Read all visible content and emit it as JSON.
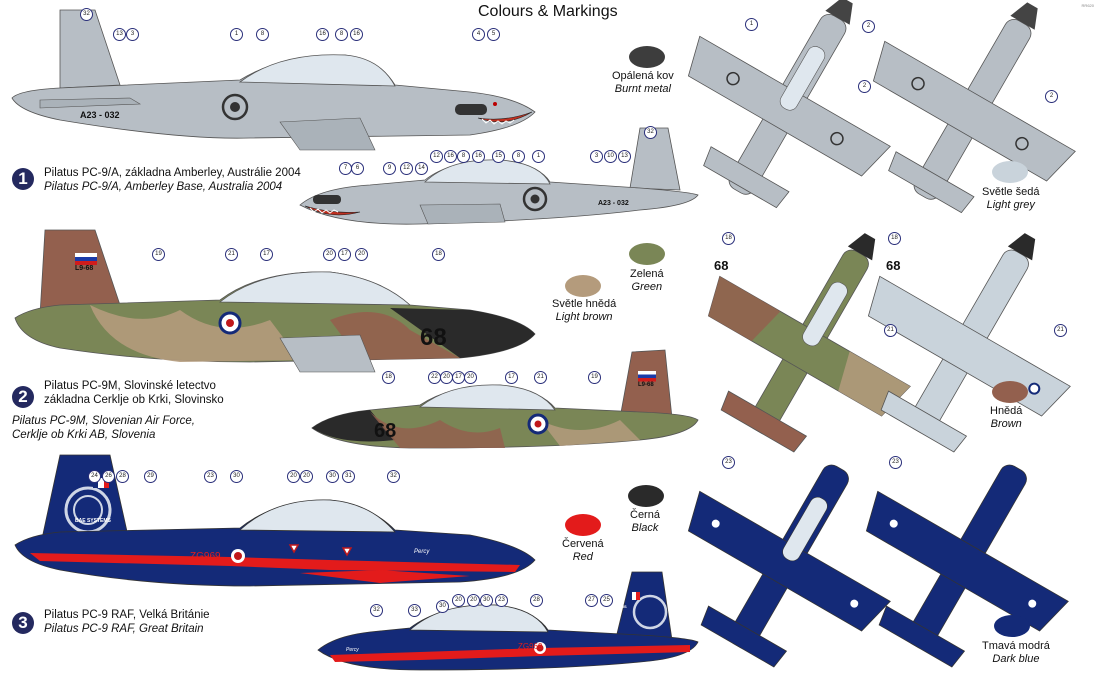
{
  "title": "Colours & Markings",
  "corner_code": "RR620",
  "colors": {
    "light_grey": "#b7bec5",
    "burnt_metal": "#3d3d3d",
    "green": "#7a8656",
    "light_brown": "#b49b7c",
    "brown": "#93604e",
    "black": "#2a2a2a",
    "red": "#e31b1b",
    "dark_blue": "#142a78"
  },
  "swatches": [
    {
      "name": "Opálená kov",
      "en": "Burnt metal",
      "color": "#3d3d3d"
    },
    {
      "name": "Světle šedá",
      "en": "Light grey",
      "color": "#c9d3db"
    },
    {
      "name": "Zelená",
      "en": "Green",
      "color": "#7a8656"
    },
    {
      "name": "Světle hnědá",
      "en": "Light brown",
      "color": "#b49b7c"
    },
    {
      "name": "Hnědá",
      "en": "Brown",
      "color": "#93604e"
    },
    {
      "name": "Černá",
      "en": "Black",
      "color": "#2a2a2a"
    },
    {
      "name": "Červená",
      "en": "Red",
      "color": "#e31b1b"
    },
    {
      "name": "Tmavá modrá",
      "en": "Dark blue",
      "color": "#142a78"
    }
  ],
  "sections": [
    {
      "number": "1",
      "line1": "Pilatus PC-9/A, základna Amberley, Austrálie 2004",
      "line2": "Pilatus PC-9/A, Amberley Base, Australia 2004",
      "reg": "A23 - 032"
    },
    {
      "number": "2",
      "line1": "Pilatus PC-9M, Slovinské letectvo",
      "line2": "základna Cerklje ob Krki, Slovinsko",
      "line3": "Pilatus PC-9M, Slovenian Air Force,",
      "line4": "Cerklje ob Krki AB, Slovenia",
      "reg": "L9-68",
      "code": "68"
    },
    {
      "number": "3",
      "line1": "Pilatus PC-9 RAF, Velká Británie",
      "line2": "Pilatus PC-9 RAF, Great Britain",
      "reg": "ZG969",
      "sponsor": "BAE SYSTEMS",
      "name": "Percy"
    }
  ],
  "callouts": {
    "s1_top": [
      "32",
      "13",
      "3",
      "1",
      "8",
      "16",
      "8",
      "16",
      "4",
      "5"
    ],
    "s1_bottom": [
      "7",
      "6",
      "9",
      "12",
      "14",
      "12",
      "16",
      "8",
      "16",
      "15",
      "8",
      "1",
      "3",
      "10",
      "13",
      "32"
    ],
    "s1_plan": [
      "1",
      "2",
      "2",
      "2"
    ],
    "s2_top": [
      "19",
      "21",
      "17",
      "20",
      "17",
      "20",
      "18"
    ],
    "s2_bottom": [
      "18",
      "22",
      "20",
      "17",
      "20",
      "17",
      "21",
      "19"
    ],
    "s2_plan": [
      "18",
      "18",
      "21",
      "21"
    ],
    "s3_top": [
      "24",
      "26",
      "28",
      "29",
      "23",
      "30",
      "20",
      "20",
      "30",
      "31",
      "32"
    ],
    "s3_bottom": [
      "32",
      "33",
      "30",
      "20",
      "20",
      "30",
      "23",
      "28",
      "27",
      "25"
    ],
    "s3_plan": [
      "23",
      "23"
    ]
  }
}
